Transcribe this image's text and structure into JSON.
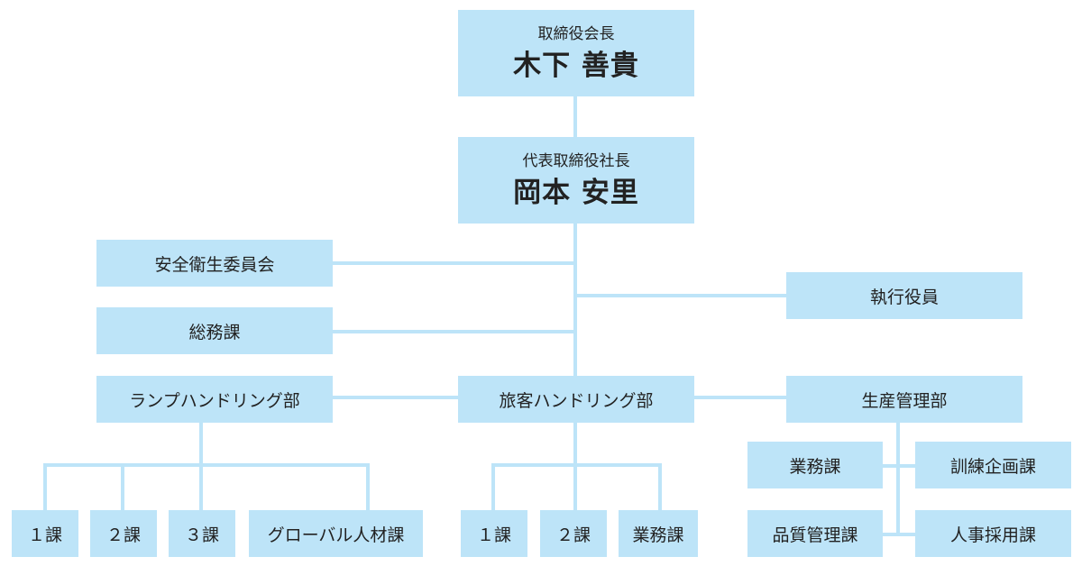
{
  "org": {
    "chairman": {
      "role": "取締役会長",
      "name": "木下 善貴"
    },
    "president": {
      "role": "代表取締役社長",
      "name": "岡本 安里"
    },
    "safety_committee": "安全衛生委員会",
    "general_affairs": "総務課",
    "executive_officers": "執行役員",
    "ramp_dept": {
      "label": "ランプハンドリング部",
      "sections": [
        "１課",
        "２課",
        "３課",
        "グローバル人材課"
      ]
    },
    "passenger_dept": {
      "label": "旅客ハンドリング部",
      "sections": [
        "１課",
        "２課",
        "業務課"
      ]
    },
    "production_dept": {
      "label": "生産管理部",
      "sections": [
        "業務課",
        "訓練企画課",
        "品質管理課",
        "人事採用課"
      ]
    }
  },
  "colors": {
    "box": "#bde4f8",
    "line": "#bde4f8",
    "text": "#222222"
  }
}
